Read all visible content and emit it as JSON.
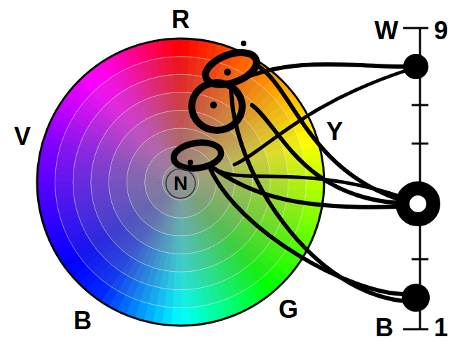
{
  "diagram": {
    "nodes": [
      {
        "text": [
          "N"
        ]
      }
    ],
    "labels": [
      "R",
      "V",
      "Y",
      "B",
      "G",
      "W",
      "9",
      "B",
      "1"
    ]
  }
}
